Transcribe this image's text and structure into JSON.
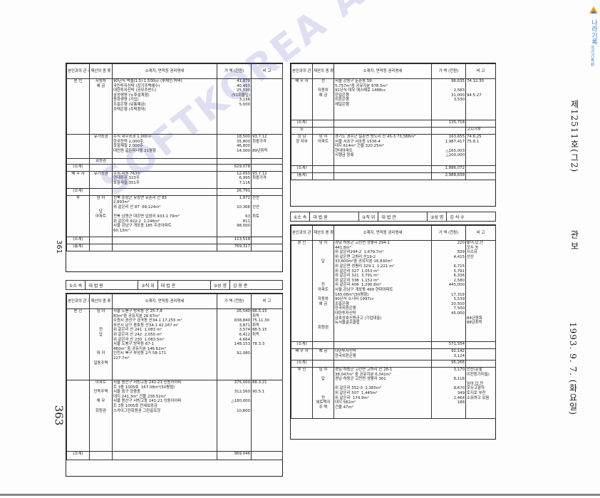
{
  "logo": {
    "text": "나라기록",
    "small": "국가기록원"
  },
  "side": {
    "gazette_id": "제12511호(그2)",
    "gazette_name": "관 보",
    "date": "1993. 9. 7. (화요일)",
    "page_left": "361",
    "page_left_large": "363"
  },
  "watermark": "SOFTKOREA ARCHIVES",
  "headers": {
    "rel": "본인과의 관 계",
    "type": "재산의 종 류",
    "loc": "소재지, 면적등 권리명세",
    "val": "가 액 (천원)",
    "note": "비 고"
  },
  "t1": {
    "rows": [
      {
        "rel": "본 인",
        "type": "자동차\n예 금",
        "loc": "90년식 액셀(1.5) 1,500cc (부채인:처버)\n국민투자신탁 (장기주택예수)\n대한투자신탁 (공모주펀드)\n삼성생명 (노후설계형)\n동화생명 (가입)\n조흥은행 (보통예금)\n주택은행 (주택청약)",
        "val": "41,879\n40,453\n25,530\n(51회불입)\n3,136\n5,000",
        "note": ""
      },
      {
        "rel": "",
        "type": "유가증권",
        "loc": "주식 대우증권 1,000주\n한국전력 2,000주\n포항제철 2,000주\n대전원 골든미니텔 21평형",
        "val": "18,500\n35,800\n46,800\n14,000",
        "note": "93.7.12\n최종가격\n\n89년취득"
      },
      {
        "rel": "",
        "type": "회원권",
        "loc": "",
        "val": "",
        "note": ""
      },
      {
        "rel": "(소계)",
        "type": "",
        "loc": "",
        "val": "629,078",
        "note": ""
      },
      {
        "rel": "배 우 자",
        "type": "유가증권",
        "loc": "주식 서원 763주\n현대증권 323주\n포항제철 351주",
        "val": "12,650\n6,995\n7,116",
        "note": "93.7.12\n최종가격"
      },
      {
        "rel": "(소계)",
        "type": "",
        "loc": "",
        "val": "26,791",
        "note": ""
      },
      {
        "rel": "부",
        "type": "임 야\n\n\n답\n아파트",
        "loc": "전북 순창군 유등면 유촌리 산 83\n2,893m²\n위 같은리 산 87  69,124m²\n\n전북 남원군 대강면 입암리 933-1 79m²\n위 같은리 922-2  1,246m²\n서울 강남구 개포동 185 주공아파트\n60.13m²",
        "val": "1,972\n\n10,368\n\n63\n811\n98,000",
        "note": "선산\n\n선산\n\n취토"
      },
      {
        "rel": "(소계)",
        "type": "",
        "loc": "",
        "val": "113,518",
        "note": ""
      },
      {
        "rel": "(총계)",
        "type": "",
        "loc": "",
        "val": "769,317",
        "note": ""
      }
    ]
  },
  "t2_bar": {
    "a": "①소 속",
    "b": "대 법 원",
    "c": "②직 위",
    "d": "대 법 관",
    "e": "③성 명",
    "f": "김 용 준"
  },
  "t2": {
    "rows": [
      {
        "rel": "본 인",
        "type": "임 야\n\n\n\n전\n답\n\n\n\n대 지\n\n일동주택",
        "loc": "서울 도봉구 방학동 산 25-7,8\n83m²중 공유지분 26.67m²\n수원시 권선구 금곡동 산34-1 17,255 m²\n부산시 남구 용호동 산34-1 42,167 m²\n위 같은리 산 241  1,083 m²\n위 같은리 산 242  2,050 m²\n위 같은리 산 230  1,083.5m²\n서울 도봉구 방학동 67-1\n460m² 중 공유지분 146.62m²\n인천시 북구 부성동 2가 58-171\n227.7m²",
        "val": "26,540\n\n838,840\n3,871\n3,574\n6,412\n4,664\n148,153\n\n92,080",
        "note": "88.5.15\n취득\n75.11.30\n취득\n88.5.15\n취득\n\n78.3.3"
      },
      {
        "rel": "",
        "type": "아파트\n\n단독주택\n\n채 무\n\n회원권",
        "loc": "서울 용산구 서빙고동 241-21 신동아아파\n트 3동 1005호  167.08m²(50평형)\n서울 중구 장충동 \n대지 241.3m² 건물 238.52m²\n서울 용산구 서빙고동 241-21 신동아아파\n트 3동 1005호 전세보증금\n스카이그린회원권 그린골프장",
        "val": "375,000\n\n312,560\n\n△180,000\n\n10,800",
        "note": "88.3.21\n\n90.5.1"
      },
      {
        "rel": "(소계)",
        "type": "",
        "loc": "",
        "val": "969,046",
        "note": ""
      }
    ]
  },
  "t3": {
    "rows": [
      {
        "rel": "배 우 자",
        "type": "전\n\n자동차\n예 금",
        "loc": "서울 강동구 둔촌동 59\n5,757m²중 공유지분 878.5m²\n91년식 대우 에스페로 1488cc\n한일은행\n외환은행\n제일은행",
        "val": "96,635\n\n2,583\n31,000\n3,530",
        "note": "74.12.30\n\n\n94.5.27"
      },
      {
        "rel": "(소계)",
        "type": "",
        "loc": "",
        "val": "135,718",
        "note": ""
      },
      {
        "rel": "모",
        "type": "",
        "loc": "",
        "val": "",
        "note": "고지거부"
      },
      {
        "rel": "장 남\n장 자부",
        "type": "임 야\n아파트",
        "loc": "경기도 광주군 실촌면 방도리 산 45-3 73,388m²\n서울 서초구 서초동 1536-4\n대지 614m² 건물 320.25m²\n현대아파트\n시행금 등록",
        "val": "163,655\n1,987,417\n\n△165,003\n△100,000",
        "note": "74.6.25\n75.8.1"
      },
      {
        "rel": "(소계)",
        "type": "",
        "loc": "",
        "val": "1,886,072",
        "note": ""
      },
      {
        "rel": "(총계)",
        "type": "",
        "loc": "",
        "val": "2,988,838",
        "note": ""
      }
    ]
  },
  "t4_bar": {
    "a": "①소 속",
    "b": "대 법 원",
    "c": "②직 위",
    "d": "대 법 관",
    "e": "③성 명",
    "f": "김 석 수"
  },
  "t4": {
    "rows": [
      {
        "rel": "본 인",
        "type": "임 야\n\n\n\n답\n\n\n\n\n전\n아파트\n\n자동차\n예 금\n\n\n\n\n회원권",
        "loc": "경남 하동군 고전면 성평리 294-1\n441.8m²\n위 같은리294-2  1,679.7m²\n위 같은면 고하리 산19-2\n33,600m²중 공유지분 16,830m²\n위 같은면 성평리 329-1  1,221 m²\n위 같은리 327  1,053 m²\n위 같은리 321  3,791 m²\n위 같은리 338  1,152 m²\n위 같은리 408  1,290.8m²\n서울 강남구 개포동 499 현대아파트\n165.08m²(50평형)\n90년식 소나타 1997cc\n조흥은행\n한국외환은행\n대한투자신탁\n금호상호신용금고 (기업대출)\n뉴서울골프클럽",
        "val": "220\n\n839\n4,415\n\n6,715\n5,791\n6,336\n2,580\n445,000\n\n17,319\n5,539\n20,500\n7,500\n45,000",
        "note": "밭어,답,전\n모두 농\n지소유\n선산\n\n\n\n\n\n\n\n\n\n\n\n\n84년종목\n88년취득"
      },
      {
        "rel": "(소계)",
        "type": "",
        "loc": "",
        "val": "571,554",
        "note": ""
      },
      {
        "rel": "배 우 자",
        "type": "예 금",
        "loc": "대한투자신탁\n한국외환은행",
        "val": "92,142\n3,124",
        "note": ""
      },
      {
        "rel": "(소계)",
        "type": "",
        "loc": "",
        "val": "95,266",
        "note": ""
      },
      {
        "rel": "부 친",
        "type": "임 야\n\n답\n\n\n\n전\n복토택지\n주 택",
        "loc": "경남 하동군 고전면 고하리 산 28-1\n38,047m² 중 공유지분 6,341m²\n경남 하동군 고전면 성평리 361\n\n위 같은리 352-3  1,385m²\n위 같은리 507  1,445m²\n위 같은리  174.9m²\n대지 582m²\n건물 47m²",
        "val": "3,170\n\n8,118\n\n8,670\n349\n2,464\n188",
        "note": "선산(문할\n이전등기미필)\n\n임야,답,전\n모두고향의\n토지로 부친\n소유하고 있음"
      }
    ]
  }
}
